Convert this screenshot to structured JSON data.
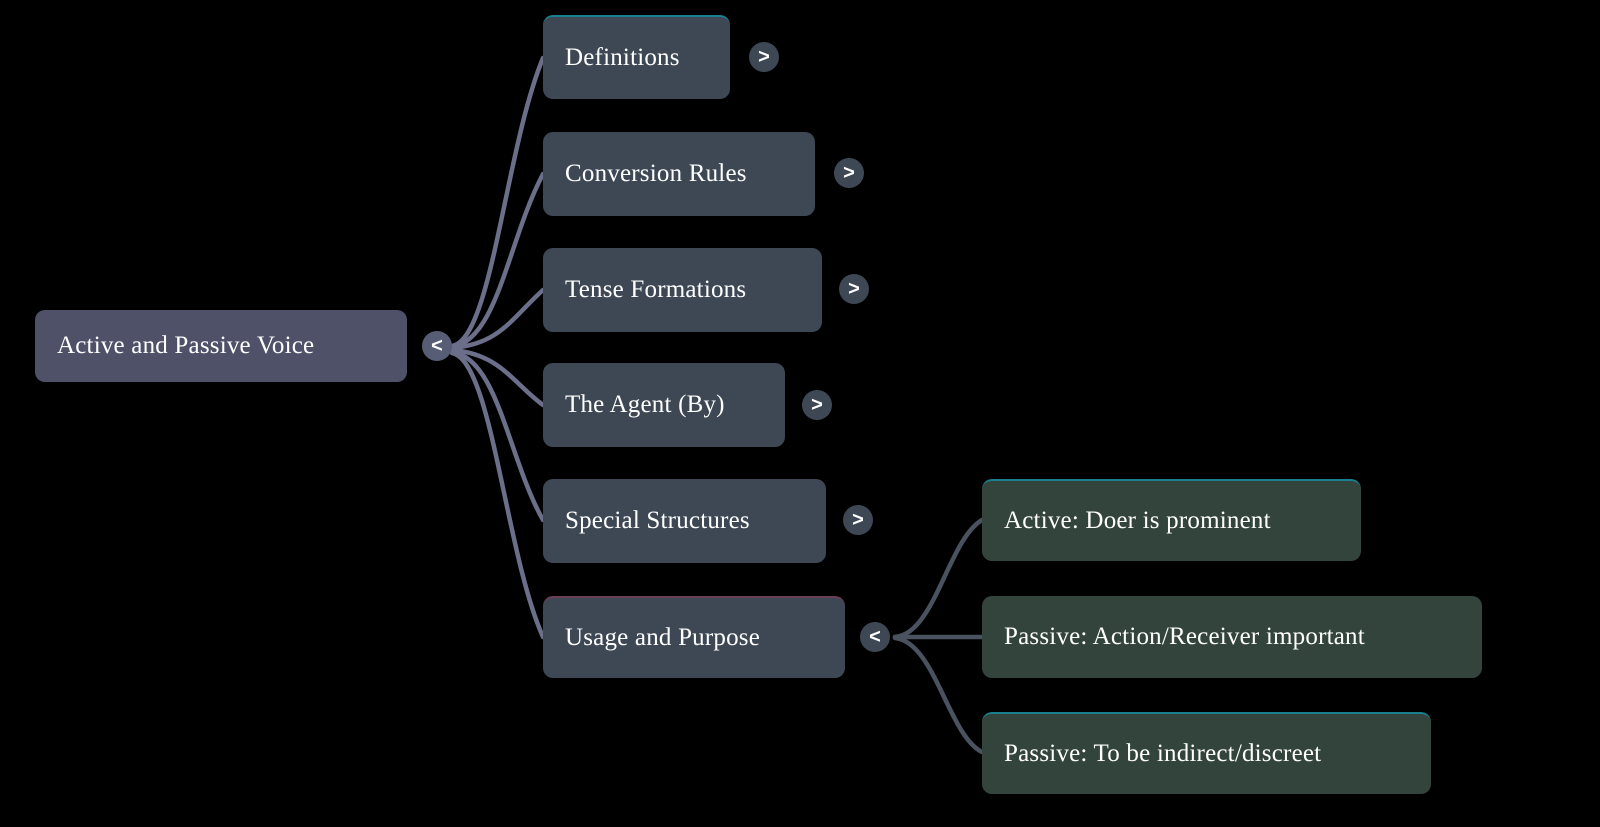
{
  "diagram": {
    "type": "mind-map",
    "background_color": "#000000",
    "node_colors": {
      "root": "#4e5168",
      "branch": "#3e4855",
      "leaf": "#33443d",
      "accent_teal": "#1a7f8e",
      "accent_magenta": "#6e3d58",
      "edge_primary": "#6b6f8a",
      "edge_secondary": "#4a5260",
      "text": "#ffffff"
    },
    "root": {
      "label": "Active and Passive Voice",
      "toggle": {
        "glyph": "<",
        "state": "expanded"
      }
    },
    "branches": [
      {
        "label": "Definitions",
        "accent": "teal",
        "toggle": {
          "glyph": ">",
          "state": "collapsed"
        }
      },
      {
        "label": "Conversion Rules",
        "accent": "none",
        "toggle": {
          "glyph": ">",
          "state": "collapsed"
        }
      },
      {
        "label": "Tense Formations",
        "accent": "none",
        "toggle": {
          "glyph": ">",
          "state": "collapsed"
        }
      },
      {
        "label": "The Agent (By)",
        "accent": "none",
        "toggle": {
          "glyph": ">",
          "state": "collapsed"
        }
      },
      {
        "label": "Special Structures",
        "accent": "none",
        "toggle": {
          "glyph": ">",
          "state": "collapsed"
        }
      },
      {
        "label": "Usage and Purpose",
        "accent": "magenta",
        "toggle": {
          "glyph": "<",
          "state": "expanded"
        }
      }
    ],
    "leaves": [
      {
        "label": "Active: Doer is prominent",
        "accent": "teal"
      },
      {
        "label": "Passive: Action/Receiver important",
        "accent": "none"
      },
      {
        "label": "Passive: To be indirect/discreet",
        "accent": "teal"
      }
    ]
  }
}
